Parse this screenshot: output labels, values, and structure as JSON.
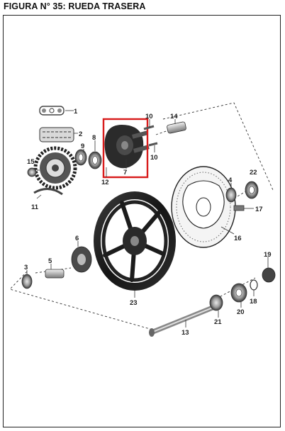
{
  "figure": {
    "title": "FIGURA N° 35: RUEDA TRASERA"
  },
  "callouts": [
    {
      "id": "p1",
      "label": "1"
    },
    {
      "id": "p2",
      "label": "2"
    },
    {
      "id": "p3",
      "label": "3"
    },
    {
      "id": "p4",
      "label": "4"
    },
    {
      "id": "p5",
      "label": "5"
    },
    {
      "id": "p6",
      "label": "6"
    },
    {
      "id": "p7",
      "label": "7"
    },
    {
      "id": "p8",
      "label": "8"
    },
    {
      "id": "p9",
      "label": "9"
    },
    {
      "id": "p10a",
      "label": "10"
    },
    {
      "id": "p10b",
      "label": "10"
    },
    {
      "id": "p11",
      "label": "11"
    },
    {
      "id": "p12",
      "label": "12"
    },
    {
      "id": "p13",
      "label": "13"
    },
    {
      "id": "p14",
      "label": "14"
    },
    {
      "id": "p15",
      "label": "15"
    },
    {
      "id": "p16",
      "label": "16"
    },
    {
      "id": "p17",
      "label": "17"
    },
    {
      "id": "p18",
      "label": "18"
    },
    {
      "id": "p19",
      "label": "19"
    },
    {
      "id": "p20",
      "label": "20"
    },
    {
      "id": "p21",
      "label": "21"
    },
    {
      "id": "p22",
      "label": "22"
    },
    {
      "id": "p23",
      "label": "23"
    }
  ],
  "highlight": {
    "color": "#d81b1b",
    "part_label": "7"
  },
  "colors": {
    "part_dark": "#2b2b2b",
    "part_mid": "#6e6e6e",
    "part_light": "#c9c9c9",
    "line": "#333333"
  }
}
